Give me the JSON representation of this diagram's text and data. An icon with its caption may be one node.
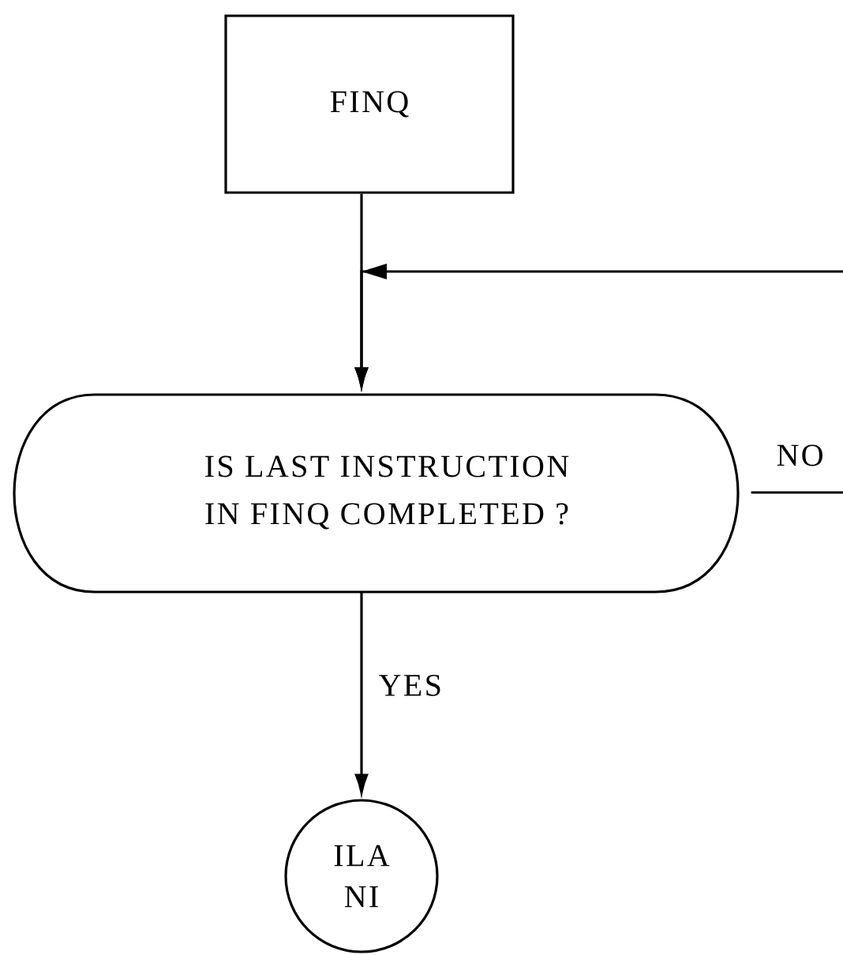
{
  "diagram": {
    "nodes": [
      {
        "text": [
          "FINQ"
        ]
      },
      {
        "text": [
          "IS LAST INSTRUCTION IN FINQ COMPLETED ?"
        ]
      },
      {
        "text": [
          "ILA NI"
        ]
      }
    ],
    "edges": [
      {
        "from": 0,
        "to": 1,
        "arrow": "to"
      },
      {
        "from": null,
        "to": 1,
        "arrow": "to"
      },
      {
        "from": 1,
        "to": null,
        "arrow": "none",
        "label": "NO"
      },
      {
        "from": 1,
        "to": 2,
        "arrow": "to",
        "label": "YES"
      }
    ]
  }
}
